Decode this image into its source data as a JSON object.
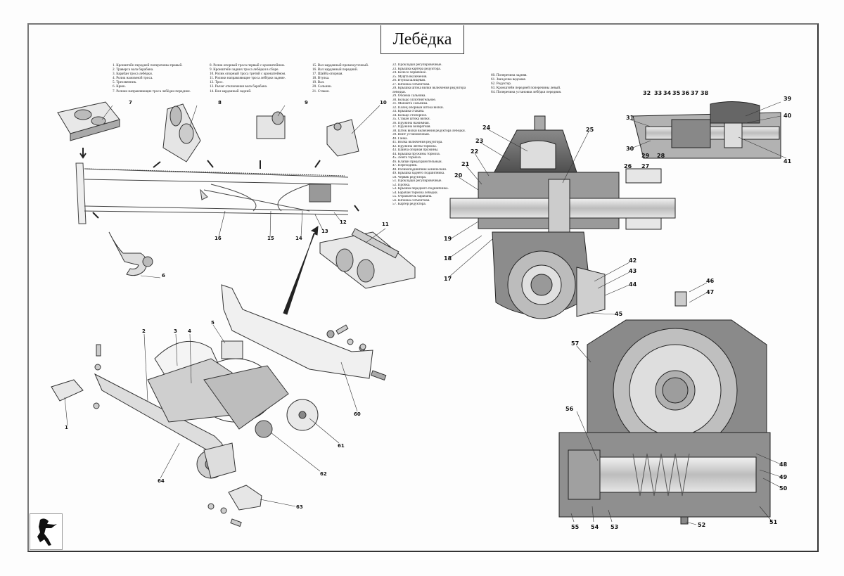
{
  "title": "Лебёдка",
  "legend": {
    "col1": [
      "1. Кронштейн передней поперечины правый.",
      "2. Траверса вала барабана.",
      "3. Барабан троса лебёдки.",
      "4. Ролик нажимной троса.",
      "5. Трехзвенник.",
      "6. Крюк.",
      "7. Ролики направляющие троса лебёдки передние."
    ],
    "col2": [
      "8. Ролик опорный троса первый с кронштейном.",
      "9. Кронштейн задних троса лебёдки в сборе.",
      "10. Ролик опорный троса третий с кронштейном.",
      "11. Ролики направляющие троса лебёдки задние.",
      "12. Трос.",
      "13. Рычаг отключения вала барабана.",
      "14. Вал карданный задний."
    ],
    "col3": [
      "15. Вал карданный промежуточный.",
      "16. Вал карданный передний.",
      "17. Шайба опорная.",
      "18. Втулка.",
      "19. Вал.",
      "20. Сальник.",
      "21. Стакан."
    ],
    "col4": [
      "22. Прокладки регулировочные.",
      "23. Крышка картера редуктора.",
      "24. Колесо червячное.",
      "25. Муфта включения.",
      "26. Втулка шлицевая.",
      "27. Шпонка сегментная.",
      "28. Крышка штока вилки включения редуктора",
      "     лебёдки.",
      "29. Обойма сальника.",
      "30. Кольцо уплотнительное.",
      "31. Манжета сальника.",
      "32. Палец опорный штока вилки.",
      "33. Крышка стакана.",
      "34. Кольцо стопорное.",
      "35. Стакан штока вилки.",
      "36. Пружина нажимная.",
      "37. Пружина возвратная.",
      "38. Шток вилки включения редуктора лебёдки.",
      "39. Винт установочный.",
      "40. Гайка.",
      "41. Вилка включения редуктора.",
      "42. Пружина ленты тормоза.",
      "43. Шайба опорная пружины.",
      "44. Крышка пружины тормоза.",
      "45. Лента тормоза.",
      "46. Клапан предохранительный.",
      "47. Переходник.",
      "48. Роликоподшипник конический.",
      "49. Крышка заднего подшипника.",
      "50. Червяк редуктора.",
      "51. Прокладки регулировочные.",
      "52. Пробка.",
      "53. Крышка переднего подшипника.",
      "54. Барабан тормоза лебёдки.",
      "55. Отражатель барабана.",
      "56. Шпонка сегментная.",
      "57. Картер редуктора."
    ],
    "col5": [
      "60. Поперечина задняя.",
      "61. Звездочка ведомая.",
      "62. Редуктор.",
      "63. Кронштейн передней поперечины левый.",
      "64. Поперечина установки лебёдки передняя."
    ]
  },
  "callouts": {
    "n1": "1",
    "n2": "2",
    "n3": "3",
    "n4": "4",
    "n5": "5",
    "n6": "6",
    "n7": "7",
    "n8": "8",
    "n9": "9",
    "n10": "10",
    "n11": "11",
    "n12": "12",
    "n13": "13",
    "n14": "14",
    "n15": "15",
    "n16": "16",
    "n17": "17",
    "n18": "18",
    "n19": "19",
    "n20": "20",
    "n21": "21",
    "n22": "22",
    "n23": "23",
    "n24": "24",
    "n25": "25",
    "n26": "26",
    "n27": "27",
    "n28": "28",
    "n29": "29",
    "n30": "30",
    "n31": "31",
    "n32": "32",
    "n33": "33",
    "n34": "34",
    "n35": "35",
    "n36": "36",
    "n37": "37",
    "n38": "38",
    "n39": "39",
    "n40": "40",
    "n41": "41",
    "n42": "42",
    "n43": "43",
    "n44": "44",
    "n45": "45",
    "n46": "46",
    "n47": "47",
    "n48": "48",
    "n49": "49",
    "n50": "50",
    "n51": "51",
    "n52": "52",
    "n53": "53",
    "n54": "54",
    "n55": "55",
    "n56": "56",
    "n57": "57",
    "n60": "60",
    "n61": "61",
    "n62": "62",
    "n63": "63",
    "n64": "64"
  },
  "logo": {
    "icon": "horse-emblem-icon"
  }
}
